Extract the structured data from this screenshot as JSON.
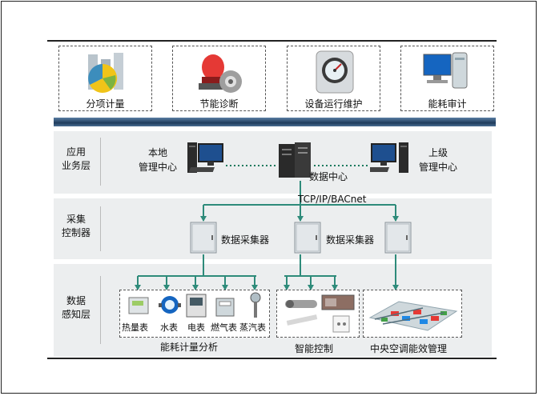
{
  "top_functions": [
    {
      "label": "分项计量",
      "icon": "pie-chart-icon"
    },
    {
      "label": "节能诊断",
      "icon": "alarm-gear-icon"
    },
    {
      "label": "设备运行维护",
      "icon": "gauge-device-icon"
    },
    {
      "label": "能耗审计",
      "icon": "computer-icon"
    }
  ],
  "layers": {
    "application": [
      "应用",
      "业务层"
    ],
    "controller": [
      "采集",
      "控制器"
    ],
    "sensing": [
      "数据",
      "感知层"
    ]
  },
  "app_layer": {
    "local_center": [
      "本地",
      "管理中心"
    ],
    "data_center": "数据中心",
    "upper_center": [
      "上级",
      "管理中心"
    ]
  },
  "protocol": "TCP/IP/BACnet",
  "collectors": [
    "数据采集器",
    "数据采集器"
  ],
  "meters": [
    "热量表",
    "水表",
    "电表",
    "燃气表",
    "蒸汽表"
  ],
  "groups": {
    "energy": "能耗计量分析",
    "smart": "智能控制",
    "hvac": "中央空调能效管理"
  },
  "colors": {
    "teal_line": "#2e8b7a",
    "dotted_link": "#1b7a5e",
    "band": "#eceeef",
    "header_bar": "#2c4f72"
  }
}
